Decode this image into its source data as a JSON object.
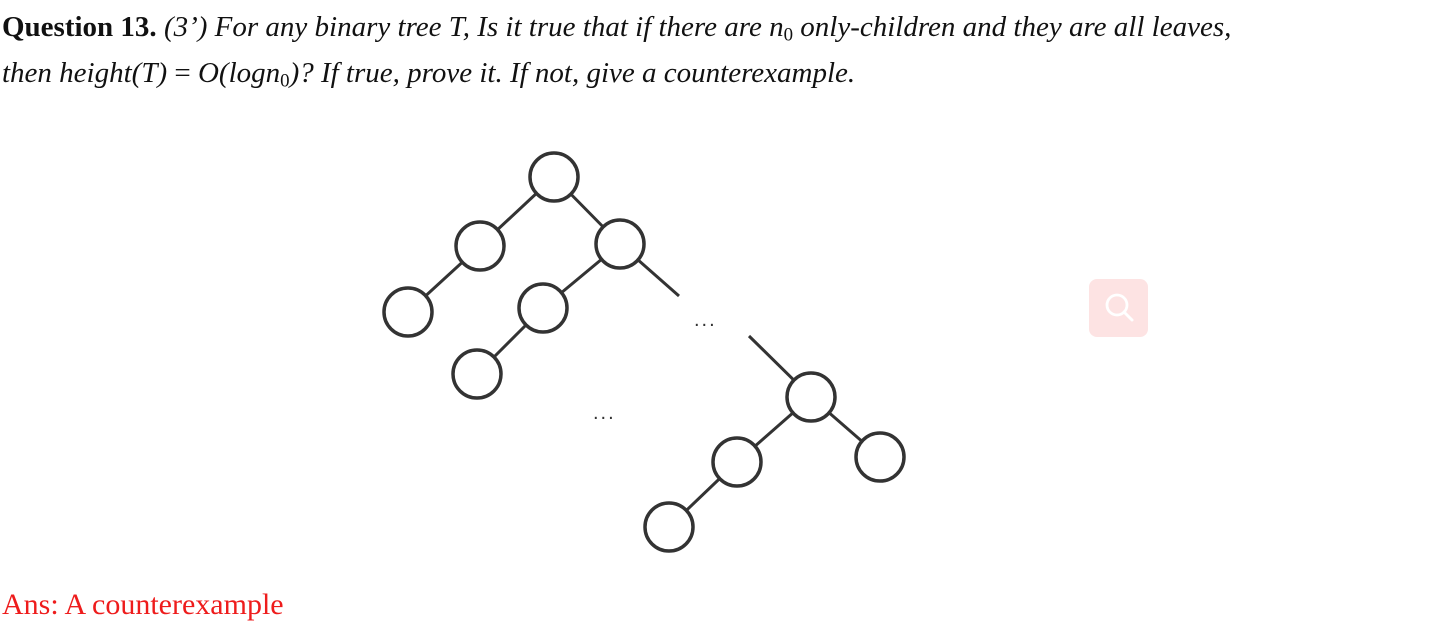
{
  "question": {
    "label": "Question 13.",
    "points": "(3’)",
    "line1": "For any binary tree T, Is it true that if there are ",
    "n_symbol": "n",
    "n_subscript": "0",
    "line1_end": " only-children and they are all leaves,",
    "line2_start": "then height(T) ",
    "equals": "=",
    "big_o": " O(logn",
    "big_o_subscript": "0",
    "line2_end": ")? If true, prove it. If not, give a counterexample."
  },
  "diagram": {
    "ellipsis_labels": [
      "...",
      "..."
    ],
    "colors": {
      "stroke": "#333333",
      "fill": "#ffffff"
    }
  },
  "search_button": {
    "icon": "magnifier-icon",
    "background": "#fde3e3",
    "icon_color": "#ffffff"
  },
  "answer": {
    "text": "Ans:  A counterexample",
    "color": "#ee1c1c"
  }
}
